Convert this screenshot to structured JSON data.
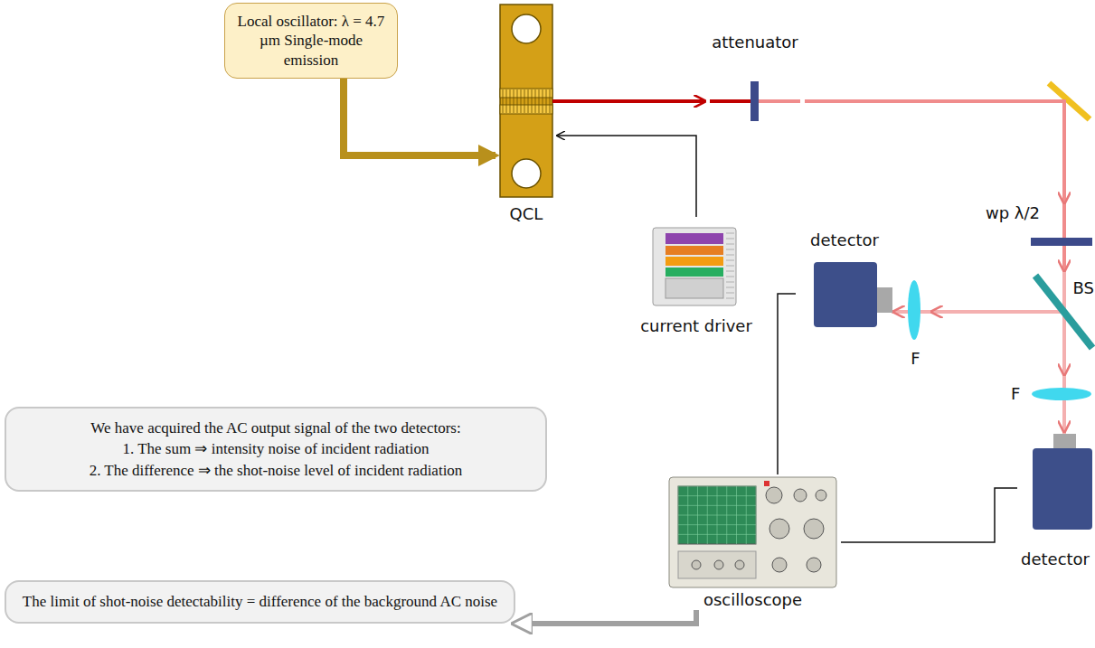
{
  "diagram": {
    "nodes": [
      {
        "text": [
          "Local oscillator: λ = 4.7 µm Single-mode emission"
        ]
      },
      {
        "text": [
          "QCL"
        ]
      },
      {
        "text": [
          "current driver"
        ]
      },
      {
        "text": [
          "attenuator"
        ]
      },
      {
        "text": [
          "wp λ/2"
        ]
      },
      {
        "text": [
          "BS"
        ]
      },
      {
        "text": [
          "detector"
        ]
      },
      {
        "text": [
          "F"
        ]
      },
      {
        "text": [
          "F"
        ]
      },
      {
        "text": [
          "detector"
        ]
      },
      {
        "text": [
          "oscilloscope"
        ]
      },
      {
        "text": [
          "We have acquired the AC output signal of the two detectors:",
          "1. The sum ⇒ intensity noise of incident radiation",
          "2. The difference ⇒ the shot-noise level of incident radiation"
        ]
      },
      {
        "text": [
          "The limit of shot-noise detectability = difference of the background AC noise"
        ]
      }
    ],
    "edges": [
      {
        "from": 0,
        "to": 1,
        "arrow": "to"
      },
      {
        "from": 2,
        "to": 1,
        "arrow": "to"
      },
      {
        "from": 1,
        "to": 3,
        "arrow": "to"
      },
      {
        "from": 3,
        "to": 4,
        "arrow": "to"
      },
      {
        "from": 4,
        "to": 5,
        "arrow": "to"
      },
      {
        "from": 5,
        "to": 7,
        "arrow": "to"
      },
      {
        "from": 7,
        "to": 6,
        "arrow": "to"
      },
      {
        "from": 5,
        "to": 8,
        "arrow": "to"
      },
      {
        "from": 8,
        "to": 9,
        "arrow": "to"
      },
      {
        "from": 6,
        "to": 10,
        "arrow": "none"
      },
      {
        "from": 9,
        "to": 10,
        "arrow": "none"
      },
      {
        "from": 10,
        "to": 12,
        "arrow": "to"
      }
    ]
  }
}
